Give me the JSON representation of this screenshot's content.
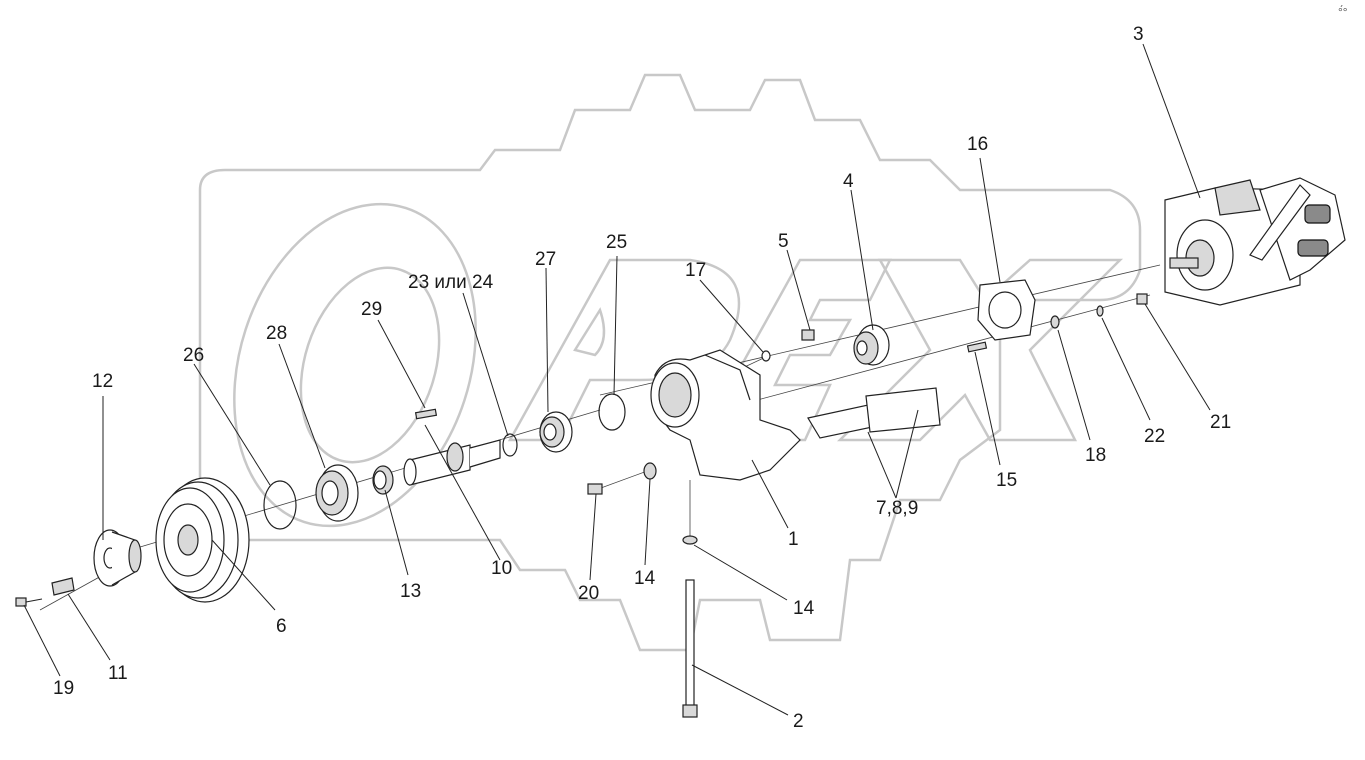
{
  "diagram": {
    "corner_mark": "°́°",
    "callouts": [
      {
        "id": "c1",
        "text": "1"
      },
      {
        "id": "c2",
        "text": "2"
      },
      {
        "id": "c3",
        "text": "3"
      },
      {
        "id": "c4",
        "text": "4"
      },
      {
        "id": "c5",
        "text": "5"
      },
      {
        "id": "c6",
        "text": "6"
      },
      {
        "id": "c789",
        "text": "7,8,9"
      },
      {
        "id": "c10",
        "text": "10"
      },
      {
        "id": "c11",
        "text": "11"
      },
      {
        "id": "c12",
        "text": "12"
      },
      {
        "id": "c13",
        "text": "13"
      },
      {
        "id": "c14a",
        "text": "14"
      },
      {
        "id": "c14b",
        "text": "14"
      },
      {
        "id": "c15",
        "text": "15"
      },
      {
        "id": "c16",
        "text": "16"
      },
      {
        "id": "c17",
        "text": "17"
      },
      {
        "id": "c18",
        "text": "18"
      },
      {
        "id": "c19",
        "text": "19"
      },
      {
        "id": "c20",
        "text": "20"
      },
      {
        "id": "c21",
        "text": "21"
      },
      {
        "id": "c22",
        "text": "22"
      },
      {
        "id": "c2324",
        "text": "23 или 24"
      },
      {
        "id": "c25",
        "text": "25"
      },
      {
        "id": "c26",
        "text": "26"
      },
      {
        "id": "c27",
        "text": "27"
      },
      {
        "id": "c28",
        "text": "28"
      },
      {
        "id": "c29",
        "text": "29"
      }
    ],
    "colors": {
      "line": "#222222",
      "watermark": "#c8c8c8",
      "background": "#ffffff"
    }
  }
}
